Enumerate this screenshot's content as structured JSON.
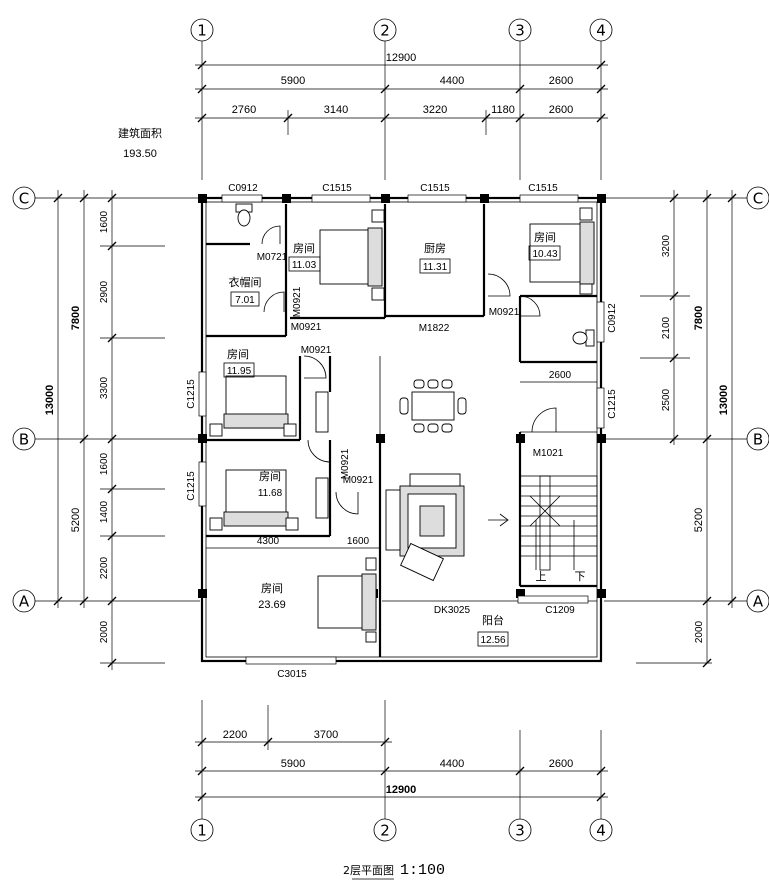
{
  "grid": {
    "columns": [
      "1",
      "2",
      "3",
      "4"
    ],
    "rows": [
      "C",
      "B",
      "A"
    ]
  },
  "dimensions": {
    "top_total": "12900",
    "top_row2": [
      "5900",
      "4400",
      "2600"
    ],
    "top_row3": [
      "2760",
      "3140",
      "3220",
      "1180",
      "2600"
    ],
    "bottom_row1": [
      "2200",
      "3700"
    ],
    "bottom_row2": [
      "5900",
      "4400",
      "2600"
    ],
    "bottom_total": "12900",
    "left_total": "13000",
    "left_sub": [
      "7800",
      "5200"
    ],
    "left_detail": [
      "1600",
      "2900",
      "3300",
      "1600",
      "1400",
      "2200",
      "2000"
    ],
    "right_total": "13000",
    "right_sub": [
      "7800",
      "5200"
    ],
    "right_detail": [
      "3200",
      "2100",
      "2500",
      "2000"
    ],
    "inner": [
      "4300",
      "1600",
      "2600"
    ]
  },
  "area_note": {
    "label": "建筑面积",
    "value": "193.50"
  },
  "rooms": [
    {
      "name": "房间",
      "area": "11.03"
    },
    {
      "name": "厨房",
      "area": "11.31"
    },
    {
      "name": "房间",
      "area": "10.43"
    },
    {
      "name": "衣帽间",
      "area": "7.01"
    },
    {
      "name": "房间",
      "area": "11.95"
    },
    {
      "name": "房间",
      "area": "11.68"
    },
    {
      "name": "房间",
      "area": "23.69"
    },
    {
      "name": "阳台",
      "area": "12.56"
    }
  ],
  "openings": {
    "C0912_top": "C0912",
    "C1515_a": "C1515",
    "C1515_b": "C1515",
    "C1515_c": "C1515",
    "M0721": "M0721",
    "M0921_a": "M0921",
    "M0921_b": "M0921",
    "M0921_c": "M0921",
    "M0921_d": "M0921",
    "M0921_e": "M0921",
    "M1822": "M1822",
    "C0912_right": "C0912",
    "C1215_left_top": "C1215",
    "C1215_left_bot": "C1215",
    "C1215_right": "C1215",
    "M1021": "M1021",
    "DK3025": "DK3025",
    "C1209": "C1209",
    "C3015": "C3015"
  },
  "stair": {
    "up": "上",
    "down": "下"
  },
  "title": {
    "text": "2层平面图",
    "scale": "1:100"
  }
}
